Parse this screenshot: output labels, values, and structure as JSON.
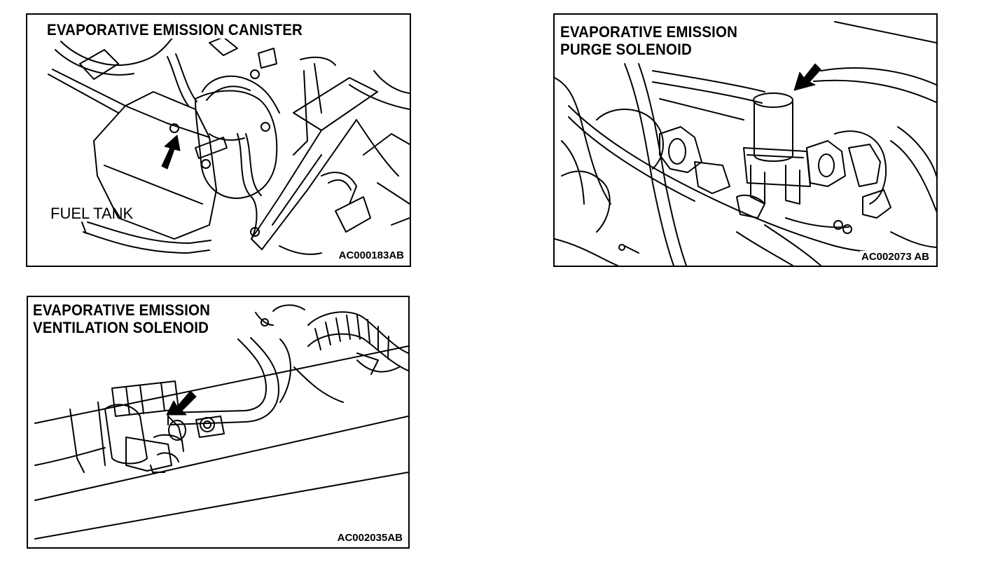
{
  "figures": [
    {
      "title_lines": [
        "EVAPORATIVE EMISSION CANISTER"
      ],
      "callouts": [
        "FUEL TANK"
      ],
      "code": "AC000183AB"
    },
    {
      "title_lines": [
        "EVAPORATIVE EMISSION",
        "PURGE SOLENOID"
      ],
      "code": "AC002073 AB"
    },
    {
      "title_lines": [
        "EVAPORATIVE EMISSION",
        "VENTILATION SOLENOID"
      ],
      "code": "AC002035AB"
    }
  ]
}
